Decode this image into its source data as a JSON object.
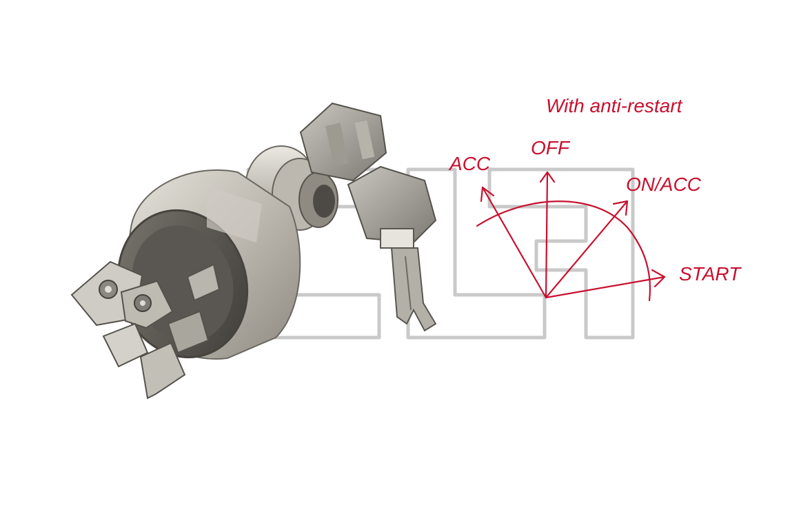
{
  "diagram": {
    "title": "With anti-restart",
    "positions": [
      {
        "id": "acc",
        "label": "ACC"
      },
      {
        "id": "off",
        "label": "OFF"
      },
      {
        "id": "on-acc",
        "label": "ON/ACC"
      },
      {
        "id": "start",
        "label": "START"
      }
    ]
  },
  "colors": {
    "diagram_red": "#c8102e",
    "watermark_gray": "#c9c9c9",
    "metal_light": "#d9d6cf",
    "metal_mid": "#a9a59c",
    "metal_dark": "#5e5b55"
  },
  "photo": {
    "subject": "ignition-switch-with-keys"
  }
}
